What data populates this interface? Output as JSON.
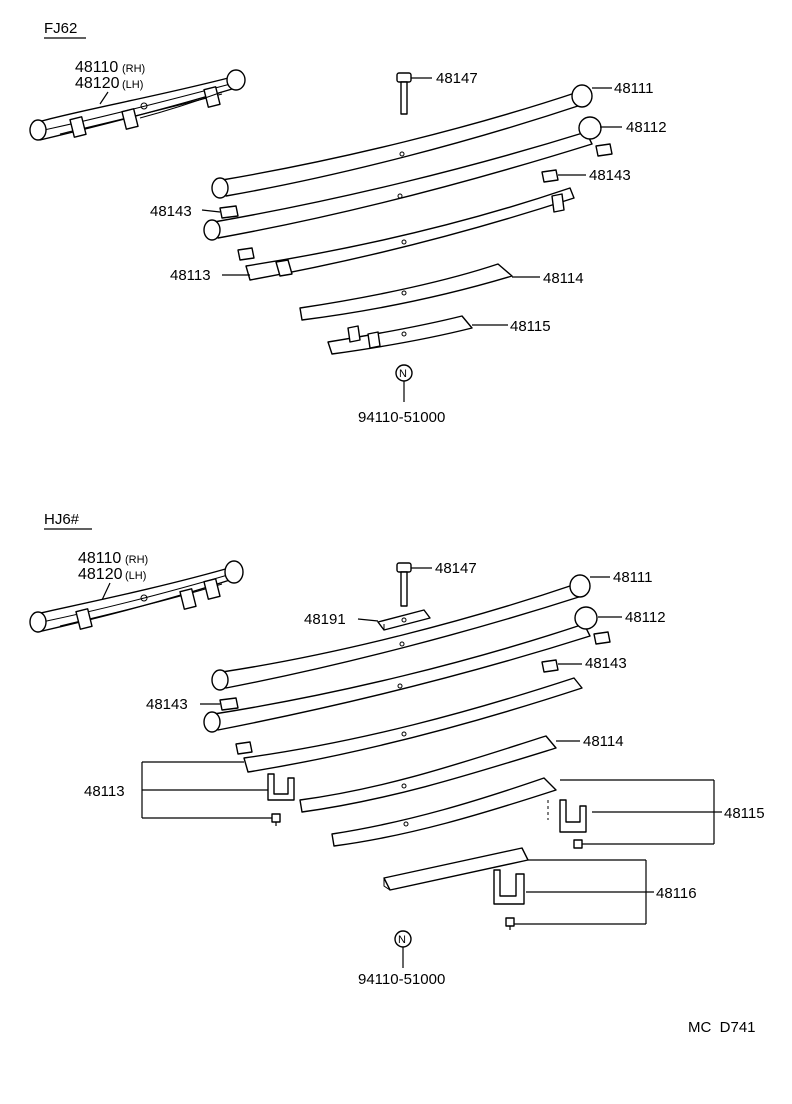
{
  "sections": {
    "fj62": {
      "title": "FJ62",
      "assembly": {
        "rh_number": "48110",
        "rh_side": "(RH)",
        "lh_number": "48120",
        "lh_side": "(LH)"
      },
      "labels": {
        "bolt": "48147",
        "main_leaf": "48111",
        "leaf_2": "48112",
        "pad_right": "48143",
        "pad_left": "48143",
        "leaf_3": "48113",
        "leaf_4": "48114",
        "leaf_5": "48115",
        "nut_symbol": "N",
        "nut": "94110-51000"
      }
    },
    "hj6": {
      "title": "HJ6#",
      "assembly": {
        "rh_number": "48110",
        "rh_side": "(RH)",
        "lh_number": "48120",
        "lh_side": "(LH)"
      },
      "labels": {
        "bolt": "48147",
        "main_leaf": "48111",
        "plate": "48191",
        "leaf_2": "48112",
        "pad_right": "48143",
        "pad_left": "48143",
        "leaf_4": "48114",
        "clip_left": "48113",
        "clip_right": "48115",
        "clip_bottom": "48116",
        "nut_symbol": "N",
        "nut": "94110-51000"
      }
    }
  },
  "footer_code": "MC  D741"
}
